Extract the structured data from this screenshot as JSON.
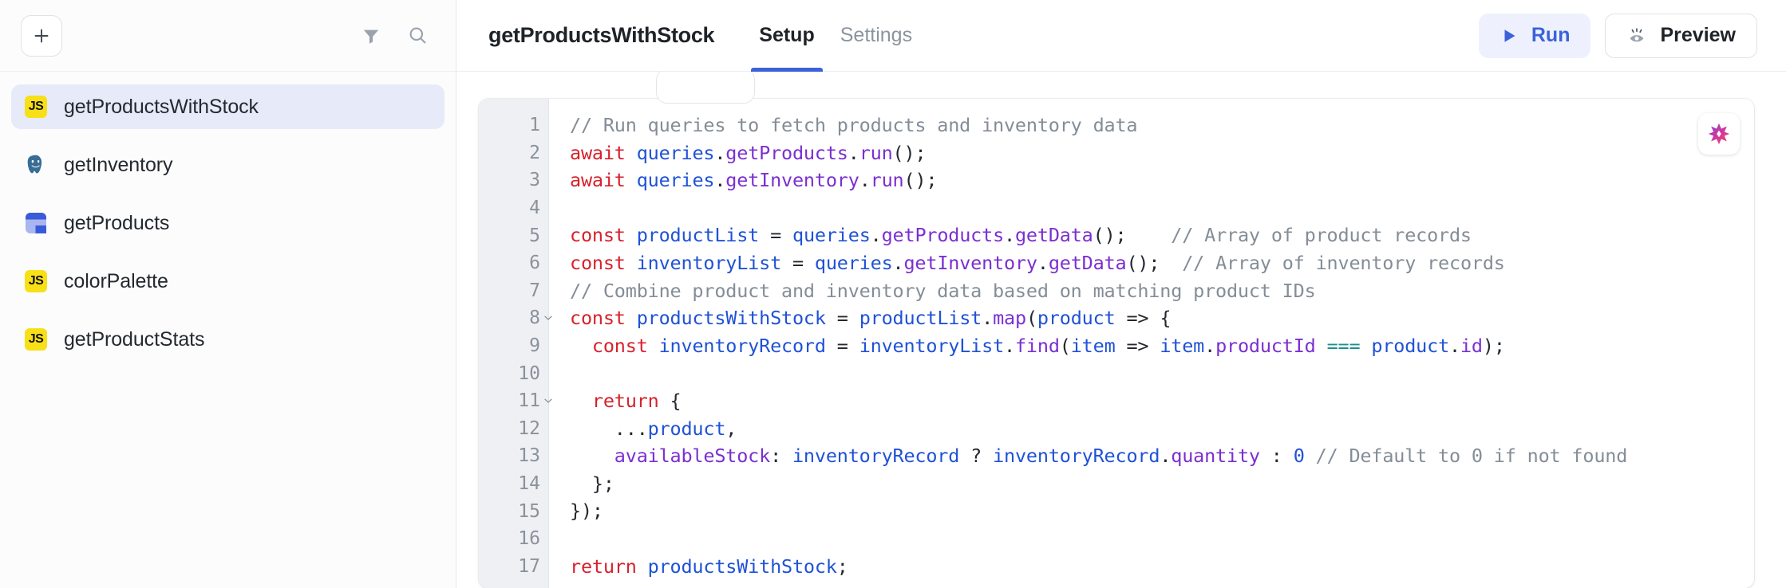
{
  "sidebar": {
    "toolbar": {
      "add_label": "+",
      "filter_icon": "filter-icon",
      "search_icon": "search-icon"
    },
    "items": [
      {
        "label": "getProductsWithStock",
        "icon": "js-icon",
        "selected": true
      },
      {
        "label": "getInventory",
        "icon": "postgres-icon",
        "selected": false
      },
      {
        "label": "getProducts",
        "icon": "table-icon",
        "selected": false
      },
      {
        "label": "colorPalette",
        "icon": "js-icon",
        "selected": false
      },
      {
        "label": "getProductStats",
        "icon": "js-icon",
        "selected": false
      }
    ]
  },
  "header": {
    "title": "getProductsWithStock",
    "tabs": [
      {
        "label": "Setup",
        "active": true
      },
      {
        "label": "Settings",
        "active": false
      }
    ],
    "run_label": "Run",
    "run_icon": "play-icon",
    "preview_label": "Preview",
    "preview_icon": "eye-icon"
  },
  "editor": {
    "ai_icon": "ai-sparkle-icon",
    "lines": [
      {
        "n": "1",
        "fold": false,
        "tokens": [
          {
            "t": "// Run queries to fetch products and inventory data",
            "c": "tk-com"
          }
        ]
      },
      {
        "n": "2",
        "fold": false,
        "tokens": [
          {
            "t": "await ",
            "c": "tk-kw"
          },
          {
            "t": "queries",
            "c": "tk-var"
          },
          {
            "t": ".",
            "c": "tk-pl"
          },
          {
            "t": "getProducts",
            "c": "tk-prop"
          },
          {
            "t": ".",
            "c": "tk-pl"
          },
          {
            "t": "run",
            "c": "tk-prop"
          },
          {
            "t": "();",
            "c": "tk-pl"
          }
        ]
      },
      {
        "n": "3",
        "fold": false,
        "tokens": [
          {
            "t": "await ",
            "c": "tk-kw"
          },
          {
            "t": "queries",
            "c": "tk-var"
          },
          {
            "t": ".",
            "c": "tk-pl"
          },
          {
            "t": "getInventory",
            "c": "tk-prop"
          },
          {
            "t": ".",
            "c": "tk-pl"
          },
          {
            "t": "run",
            "c": "tk-prop"
          },
          {
            "t": "();",
            "c": "tk-pl"
          }
        ]
      },
      {
        "n": "4",
        "fold": false,
        "tokens": []
      },
      {
        "n": "5",
        "fold": false,
        "tokens": [
          {
            "t": "const ",
            "c": "tk-kw"
          },
          {
            "t": "productList",
            "c": "tk-var"
          },
          {
            "t": " = ",
            "c": "tk-pl"
          },
          {
            "t": "queries",
            "c": "tk-var"
          },
          {
            "t": ".",
            "c": "tk-pl"
          },
          {
            "t": "getProducts",
            "c": "tk-prop"
          },
          {
            "t": ".",
            "c": "tk-pl"
          },
          {
            "t": "getData",
            "c": "tk-prop"
          },
          {
            "t": "();",
            "c": "tk-pl"
          },
          {
            "t": "    ",
            "c": "tk-pl"
          },
          {
            "t": "// Array of product records",
            "c": "tk-com"
          }
        ]
      },
      {
        "n": "6",
        "fold": false,
        "tokens": [
          {
            "t": "const ",
            "c": "tk-kw"
          },
          {
            "t": "inventoryList",
            "c": "tk-var"
          },
          {
            "t": " = ",
            "c": "tk-pl"
          },
          {
            "t": "queries",
            "c": "tk-var"
          },
          {
            "t": ".",
            "c": "tk-pl"
          },
          {
            "t": "getInventory",
            "c": "tk-prop"
          },
          {
            "t": ".",
            "c": "tk-pl"
          },
          {
            "t": "getData",
            "c": "tk-prop"
          },
          {
            "t": "();",
            "c": "tk-pl"
          },
          {
            "t": "  ",
            "c": "tk-pl"
          },
          {
            "t": "// Array of inventory records",
            "c": "tk-com"
          }
        ]
      },
      {
        "n": "7",
        "fold": false,
        "tokens": [
          {
            "t": "// Combine product and inventory data based on matching product IDs",
            "c": "tk-com"
          }
        ]
      },
      {
        "n": "8",
        "fold": true,
        "tokens": [
          {
            "t": "const ",
            "c": "tk-kw"
          },
          {
            "t": "productsWithStock",
            "c": "tk-var"
          },
          {
            "t": " = ",
            "c": "tk-pl"
          },
          {
            "t": "productList",
            "c": "tk-var"
          },
          {
            "t": ".",
            "c": "tk-pl"
          },
          {
            "t": "map",
            "c": "tk-prop"
          },
          {
            "t": "(",
            "c": "tk-pl"
          },
          {
            "t": "product",
            "c": "tk-var"
          },
          {
            "t": " => {",
            "c": "tk-pl"
          }
        ]
      },
      {
        "n": "9",
        "fold": false,
        "tokens": [
          {
            "t": "  const ",
            "c": "tk-kw"
          },
          {
            "t": "inventoryRecord",
            "c": "tk-var"
          },
          {
            "t": " = ",
            "c": "tk-pl"
          },
          {
            "t": "inventoryList",
            "c": "tk-var"
          },
          {
            "t": ".",
            "c": "tk-pl"
          },
          {
            "t": "find",
            "c": "tk-prop"
          },
          {
            "t": "(",
            "c": "tk-pl"
          },
          {
            "t": "item",
            "c": "tk-var"
          },
          {
            "t": " => ",
            "c": "tk-pl"
          },
          {
            "t": "item",
            "c": "tk-var"
          },
          {
            "t": ".",
            "c": "tk-pl"
          },
          {
            "t": "productId",
            "c": "tk-prop"
          },
          {
            "t": " ",
            "c": "tk-pl"
          },
          {
            "t": "===",
            "c": "tk-op"
          },
          {
            "t": " ",
            "c": "tk-pl"
          },
          {
            "t": "product",
            "c": "tk-var"
          },
          {
            "t": ".",
            "c": "tk-pl"
          },
          {
            "t": "id",
            "c": "tk-prop"
          },
          {
            "t": ");",
            "c": "tk-pl"
          }
        ]
      },
      {
        "n": "10",
        "fold": false,
        "tokens": []
      },
      {
        "n": "11",
        "fold": true,
        "tokens": [
          {
            "t": "  return ",
            "c": "tk-kw"
          },
          {
            "t": "{",
            "c": "tk-pl"
          }
        ]
      },
      {
        "n": "12",
        "fold": false,
        "tokens": [
          {
            "t": "    ...",
            "c": "tk-pl"
          },
          {
            "t": "product",
            "c": "tk-var"
          },
          {
            "t": ",",
            "c": "tk-pl"
          }
        ]
      },
      {
        "n": "13",
        "fold": false,
        "tokens": [
          {
            "t": "    ",
            "c": "tk-pl"
          },
          {
            "t": "availableStock",
            "c": "tk-prop"
          },
          {
            "t": ": ",
            "c": "tk-pl"
          },
          {
            "t": "inventoryRecord",
            "c": "tk-var"
          },
          {
            "t": " ? ",
            "c": "tk-pl"
          },
          {
            "t": "inventoryRecord",
            "c": "tk-var"
          },
          {
            "t": ".",
            "c": "tk-pl"
          },
          {
            "t": "quantity",
            "c": "tk-prop"
          },
          {
            "t": " : ",
            "c": "tk-pl"
          },
          {
            "t": "0",
            "c": "tk-num"
          },
          {
            "t": " ",
            "c": "tk-pl"
          },
          {
            "t": "// Default to 0 if not found",
            "c": "tk-com"
          }
        ]
      },
      {
        "n": "14",
        "fold": false,
        "tokens": [
          {
            "t": "  };",
            "c": "tk-pl"
          }
        ]
      },
      {
        "n": "15",
        "fold": false,
        "tokens": [
          {
            "t": "});",
            "c": "tk-pl"
          }
        ]
      },
      {
        "n": "16",
        "fold": false,
        "tokens": []
      },
      {
        "n": "17",
        "fold": false,
        "tokens": [
          {
            "t": "return ",
            "c": "tk-kw"
          },
          {
            "t": "productsWithStock",
            "c": "tk-var"
          },
          {
            "t": ";",
            "c": "tk-pl"
          }
        ]
      }
    ]
  },
  "colors": {
    "accent": "#3b62d9",
    "selected_row": "#e7eaf9",
    "js_yellow": "#f7e018",
    "keyword_red": "#d8212b",
    "variable_blue": "#1f52d6",
    "property_purple": "#7b2fd1",
    "comment_gray": "#848d97"
  }
}
